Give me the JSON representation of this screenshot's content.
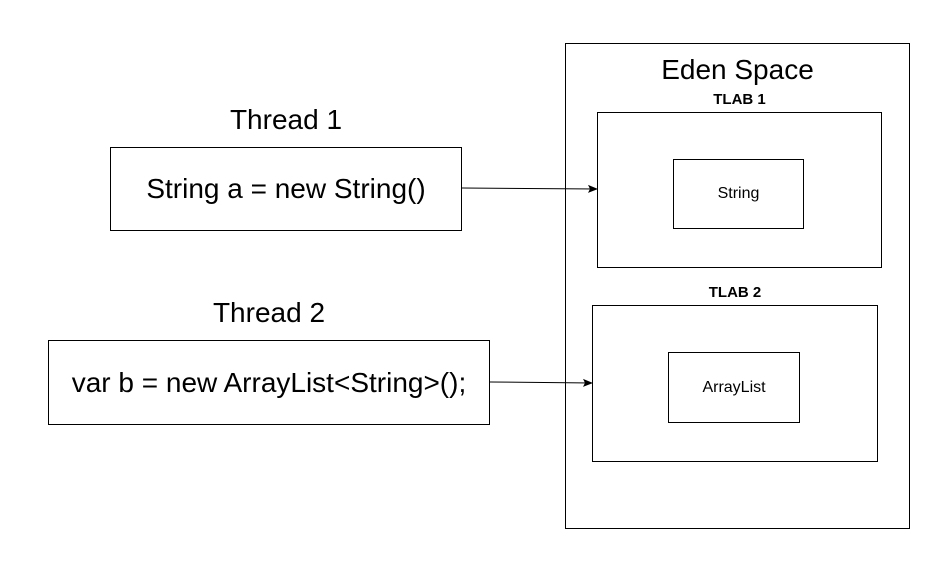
{
  "eden": {
    "title": "Eden Space",
    "tlabs": [
      {
        "title": "TLAB 1",
        "object": "String"
      },
      {
        "title": "TLAB 2",
        "object": "ArrayList"
      }
    ]
  },
  "threads": [
    {
      "title": "Thread 1",
      "code": "String a = new String()"
    },
    {
      "title": "Thread 2",
      "code": "var b = new ArrayList<String>();"
    }
  ]
}
